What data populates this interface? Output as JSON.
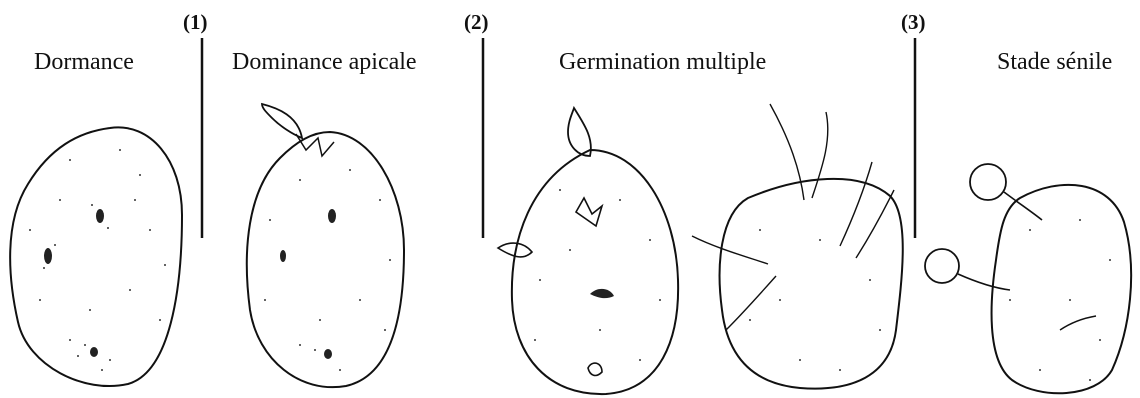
{
  "stages": [
    {
      "label": "Dormance"
    },
    {
      "label": "Dominance apicale"
    },
    {
      "label": "Germination multiple"
    },
    {
      "label": "Stade sénile"
    }
  ],
  "separators": [
    {
      "number": "(1)"
    },
    {
      "number": "(2)"
    },
    {
      "number": "(3)"
    }
  ]
}
